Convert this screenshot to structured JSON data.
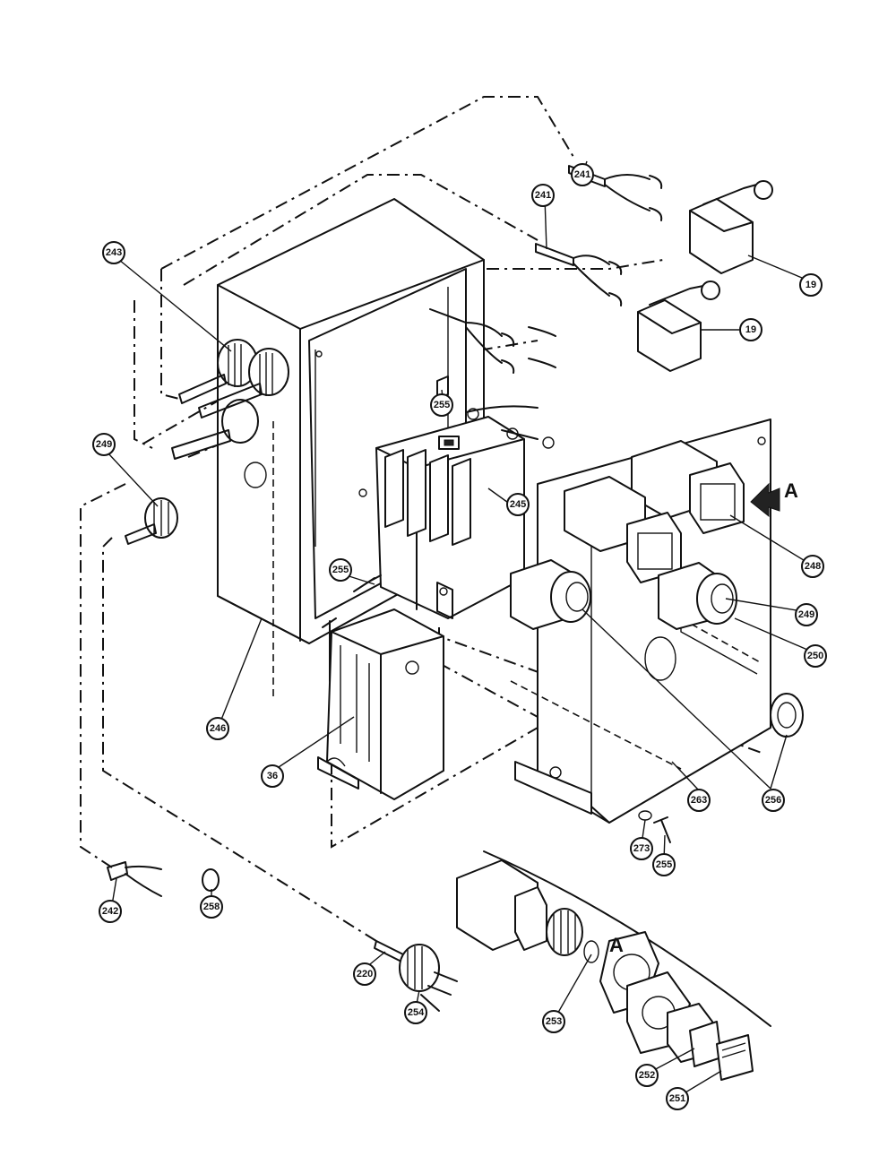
{
  "figure": {
    "view_label": "A",
    "detail_label": "A"
  },
  "callouts": [
    {
      "id": "c241a",
      "label": "241"
    },
    {
      "id": "c241b",
      "label": "241"
    },
    {
      "id": "c19a",
      "label": "19"
    },
    {
      "id": "c19b",
      "label": "19"
    },
    {
      "id": "c243",
      "label": "243"
    },
    {
      "id": "c255a",
      "label": "255"
    },
    {
      "id": "c245",
      "label": "245"
    },
    {
      "id": "c249a",
      "label": "249"
    },
    {
      "id": "c248",
      "label": "248"
    },
    {
      "id": "c255b",
      "label": "255"
    },
    {
      "id": "c249b",
      "label": "249"
    },
    {
      "id": "c250",
      "label": "250"
    },
    {
      "id": "c246",
      "label": "246"
    },
    {
      "id": "c36",
      "label": "36"
    },
    {
      "id": "c256",
      "label": "256"
    },
    {
      "id": "c263",
      "label": "263"
    },
    {
      "id": "c273",
      "label": "273"
    },
    {
      "id": "c255c",
      "label": "255"
    },
    {
      "id": "c242",
      "label": "242"
    },
    {
      "id": "c258",
      "label": "258"
    },
    {
      "id": "c220",
      "label": "220"
    },
    {
      "id": "c254",
      "label": "254"
    },
    {
      "id": "c253",
      "label": "253"
    },
    {
      "id": "c252",
      "label": "252"
    },
    {
      "id": "c251",
      "label": "251"
    }
  ]
}
